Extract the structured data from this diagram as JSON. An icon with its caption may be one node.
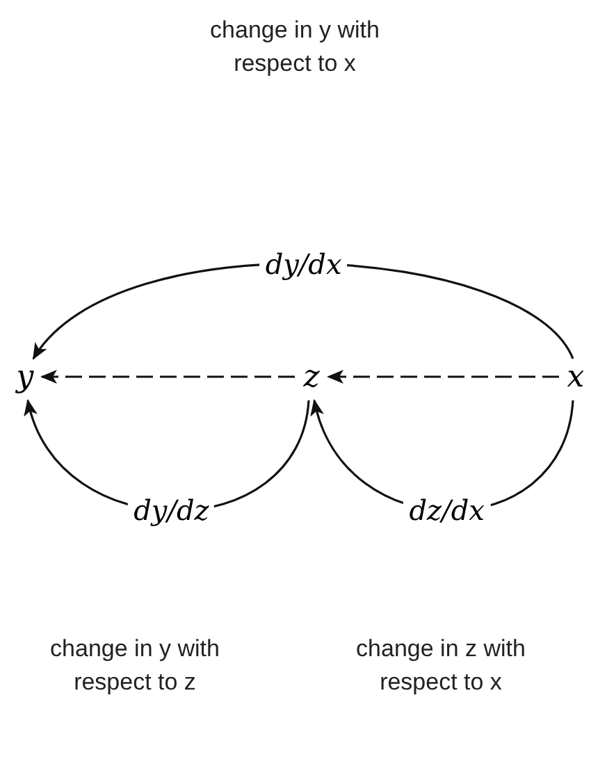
{
  "diagram": {
    "nodes": [
      {
        "text": [
          "y"
        ]
      },
      {
        "text": [
          "z"
        ]
      },
      {
        "text": [
          "x"
        ]
      }
    ],
    "edges": [
      {
        "from": 2,
        "to": 1,
        "arrow": "to",
        "style": "dashed"
      },
      {
        "from": 1,
        "to": 0,
        "arrow": "to",
        "style": "dashed"
      },
      {
        "from": 2,
        "to": 0,
        "arrow": "to",
        "label": "dy/dx"
      },
      {
        "from": 1,
        "to": 0,
        "arrow": "to",
        "label": "dy/dz"
      },
      {
        "from": 2,
        "to": 1,
        "arrow": "to",
        "label": "dz/dx"
      }
    ],
    "labels": [
      "change in y with respect to x",
      "change in y with respect to z",
      "change in z with respect to x"
    ]
  }
}
